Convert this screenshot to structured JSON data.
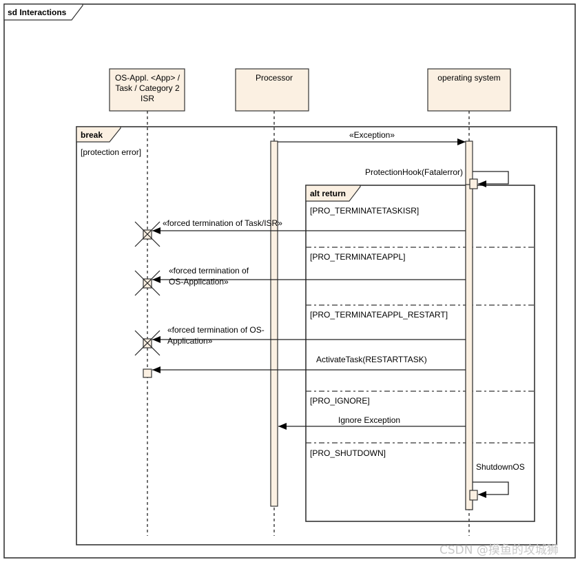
{
  "diagram": {
    "frame_title": "sd Interactions",
    "lifelines": [
      {
        "id": "app",
        "label_lines": [
          "OS-Appl. <App> /",
          "Task / Category 2",
          "ISR"
        ]
      },
      {
        "id": "proc",
        "label_lines": [
          "Processor"
        ]
      },
      {
        "id": "os",
        "label_lines": [
          "operating system"
        ]
      }
    ],
    "break_fragment": {
      "keyword": "break",
      "guard": "[protection error]"
    },
    "alt_fragment": {
      "keyword": "alt return",
      "operands": [
        {
          "guard": "[PRO_TERMINATETASKISR]"
        },
        {
          "guard": "[PRO_TERMINATEAPPL]"
        },
        {
          "guard": "[PRO_TERMINATEAPPL_RESTART]"
        },
        {
          "guard": "[PRO_IGNORE]"
        },
        {
          "guard": "[PRO_SHUTDOWN]"
        }
      ]
    },
    "messages": [
      {
        "id": "m1",
        "from": "proc",
        "to": "os",
        "label_lines": [
          "«Exception»"
        ]
      },
      {
        "id": "m2",
        "from": "os",
        "to": "os",
        "label_lines": [
          "ProtectionHook(Fatalerror)"
        ]
      },
      {
        "id": "m3",
        "from": "os",
        "to": "app",
        "label_lines": [
          "«forced termination of Task/ISR»"
        ],
        "destroy": true
      },
      {
        "id": "m4",
        "from": "os",
        "to": "app",
        "label_lines": [
          "«forced termination of",
          "OS-Application»"
        ],
        "destroy": true
      },
      {
        "id": "m5",
        "from": "os",
        "to": "app",
        "label_lines": [
          "«forced termination of OS-",
          "Application»"
        ],
        "destroy": true
      },
      {
        "id": "m6",
        "from": "os",
        "to": "app",
        "label_lines": [
          "ActivateTask(RESTARTTASK)"
        ]
      },
      {
        "id": "m7",
        "from": "os",
        "to": "proc",
        "label_lines": [
          "Ignore Exception"
        ]
      },
      {
        "id": "m8",
        "from": "os",
        "to": "os",
        "label_lines": [
          "ShutdownOS"
        ]
      }
    ],
    "watermark": "CSDN @摸鱼的攻城狮"
  },
  "colors": {
    "fill": "#fbf0e2",
    "stroke": "#333333",
    "watermark": "#c8c8c8"
  }
}
